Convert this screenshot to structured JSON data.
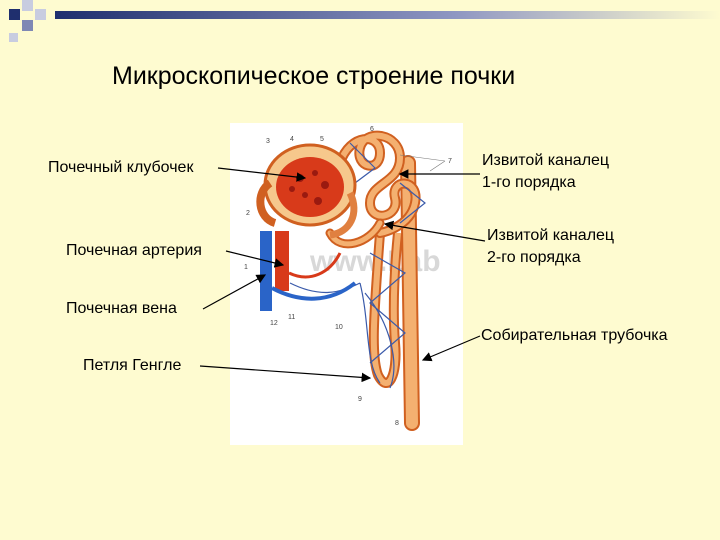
{
  "slide": {
    "title": "Микроскопическое строение почки",
    "background": "#fefbd0"
  },
  "labels": {
    "glomerulus": "Почечный клубочек",
    "artery": "Почечная артерия",
    "vein": "Почечная вена",
    "henle_loop": "Петля Генгле",
    "convoluted_1_line1": "Извитой каналец",
    "convoluted_1_line2": "1-го порядка",
    "convoluted_2_line1": "Извитой каналец",
    "convoluted_2_line2": "2-го порядка",
    "collecting_duct": "Собирательная трубочка"
  },
  "diagram": {
    "numbers": [
      "1",
      "2",
      "3",
      "4",
      "5",
      "6",
      "7",
      "8",
      "9",
      "10",
      "11",
      "12"
    ],
    "watermark": "www.Lab",
    "colors": {
      "tubule": "#f0a060",
      "tubule_dark": "#d06020",
      "artery": "#d83a1a",
      "vein": "#2a64c8",
      "capillary": "#3a5aaa"
    }
  },
  "decor": {
    "square_dark": "#1f2f6e",
    "square_mid": "#7f88b4",
    "square_light": "#c8cce0"
  }
}
